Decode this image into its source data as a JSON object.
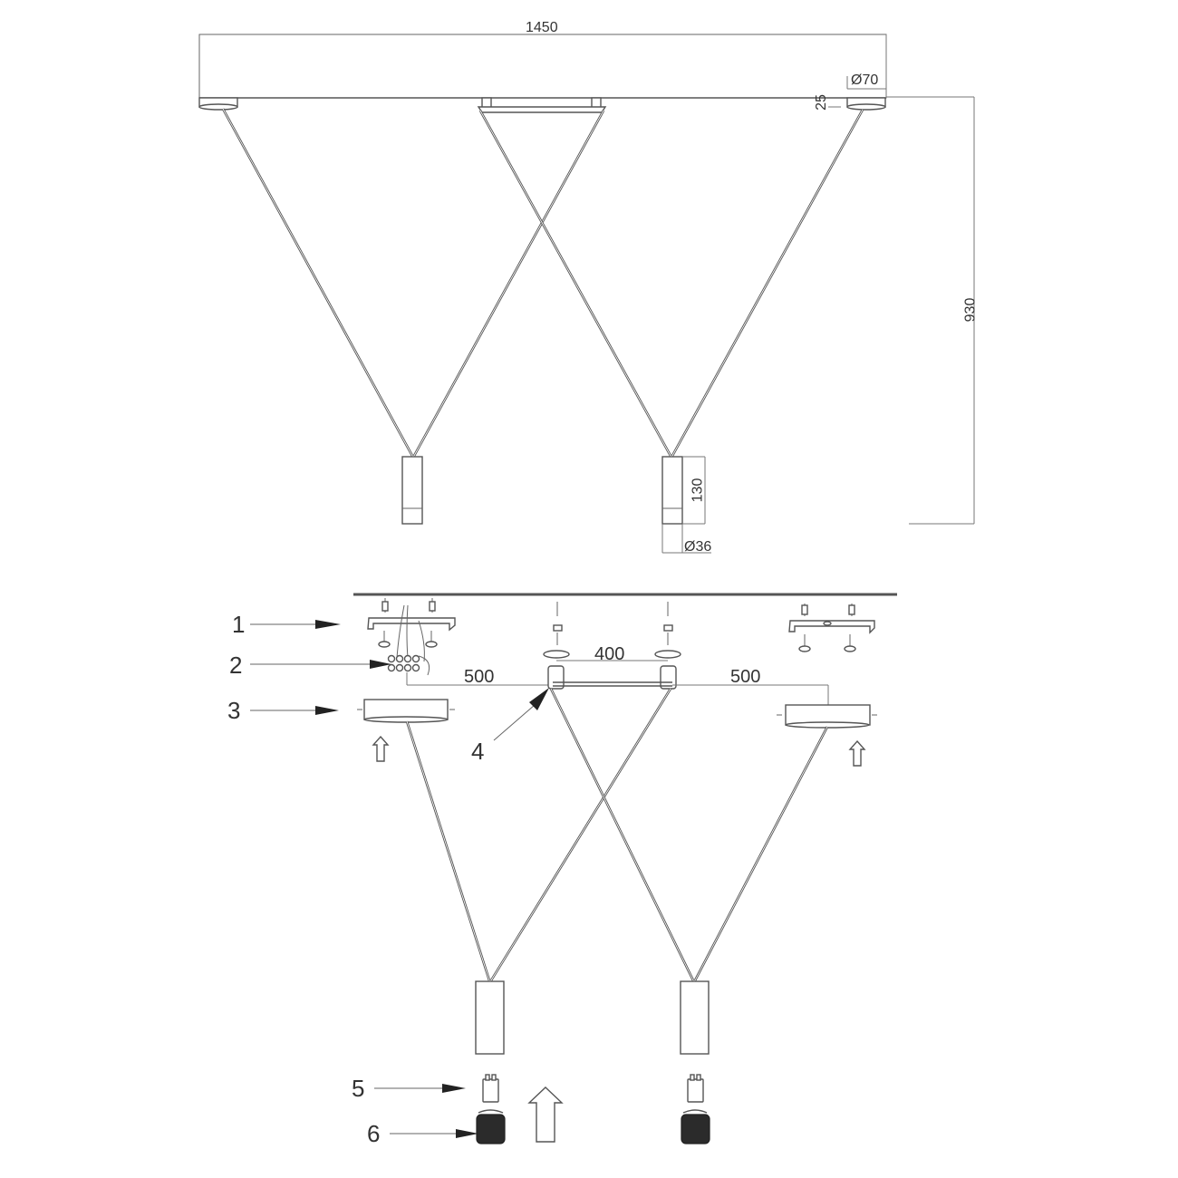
{
  "diagram": {
    "type": "technical-drawing",
    "subject": "pendant light fixture with crossed cables, two cylindrical spotlights",
    "dimensions": {
      "overall_width": "1450",
      "canopy_diameter": "Ø70",
      "canopy_height": "25",
      "total_height": "930",
      "shade_height": "130",
      "shade_diameter": "Ø36"
    },
    "assembly": {
      "center_spacing": "400",
      "left_offset": "500",
      "right_offset": "500"
    },
    "callouts": [
      {
        "number": "1",
        "part": "mounting-bracket"
      },
      {
        "number": "2",
        "part": "terminal-block"
      },
      {
        "number": "3",
        "part": "canopy"
      },
      {
        "number": "4",
        "part": "cable-holder"
      },
      {
        "number": "5",
        "part": "bulb"
      },
      {
        "number": "6",
        "part": "end-cap"
      }
    ],
    "colors": {
      "line": "#555555",
      "fill_dark": "#2b2b2b",
      "background": "#ffffff"
    }
  }
}
